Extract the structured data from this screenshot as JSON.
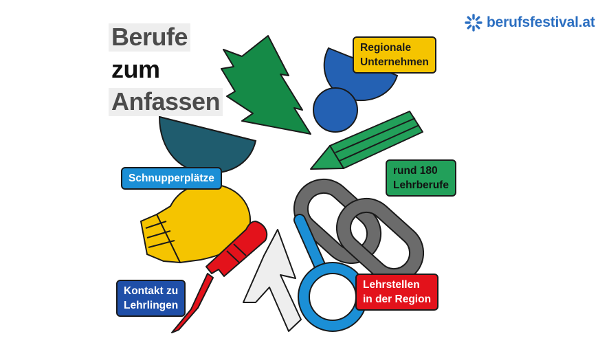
{
  "brand": {
    "name": "berufsfestival.at",
    "color": "#2c6fc1",
    "icon": "burst-icon"
  },
  "headline": {
    "line1": "Berufe",
    "line2": "zum",
    "line3": "Anfassen"
  },
  "tags": {
    "regional": {
      "line1": "Regionale",
      "line2": "Unternehmen",
      "bg": "#f5c400"
    },
    "lehrberufe": {
      "line1": "rund 180",
      "line2": "Lehrberufe",
      "bg": "#22a05a"
    },
    "schnupper": {
      "line1": "Schnupperplätze",
      "bg": "#1b8fd6"
    },
    "lehrstellen": {
      "line1": "Lehrstellen",
      "line2": "in der Region",
      "bg": "#e3121b"
    },
    "kontakt": {
      "line1": "Kontakt zu",
      "line2": "Lehrlingen",
      "bg": "#1f4fa8"
    }
  },
  "illustrations": [
    "tree",
    "bowl",
    "ball",
    "pencil",
    "chain",
    "lightbulb",
    "screwdriver",
    "lightning-bolt",
    "magnifying-glass"
  ]
}
